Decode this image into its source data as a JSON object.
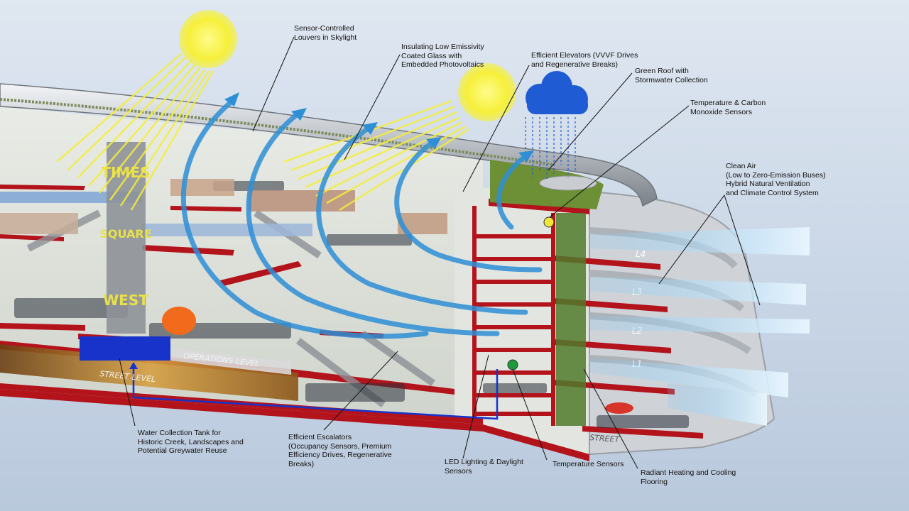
{
  "callouts": {
    "louvers": [
      "Sensor-Controlled",
      "Louvers in Skylight"
    ],
    "glass": [
      "Insulating Low Emissivity",
      "Coated Glass with",
      "Embedded Photovoltaics"
    ],
    "elevators": [
      "Efficient Elevators (VVVF Drives",
      "and Regenerative Breaks)"
    ],
    "green_roof": [
      "Green Roof with",
      "Stormwater Collection"
    ],
    "co_sensors": [
      "Temperature & Carbon",
      "Monoxide Sensors"
    ],
    "clean_air": [
      "Clean Air",
      "(Low to Zero-Emission Buses)",
      "Hybrid Natural Ventilation",
      "and Climate Control System"
    ],
    "water_tank": [
      "Water Collection Tank for",
      "Historic Creek, Landscapes and",
      "Potential Greywater Reuse"
    ],
    "escalators": [
      "Efficient Escalators",
      "(Occupancy Sensors, Premium",
      "Efficiency Drives, Regenerative",
      "Breaks)"
    ],
    "led": [
      "LED Lighting & Daylight",
      "Sensors"
    ],
    "temp_sensors": [
      "Temperature Sensors"
    ],
    "radiant": [
      "Radiant Heating and Cooling",
      "Flooring"
    ]
  },
  "building_text": {
    "times_square": [
      "TIMES",
      "SQUARE",
      "WEST"
    ],
    "operations_level": "OPERATIONS LEVEL",
    "street_level": "STREET LEVEL",
    "street": "STREET",
    "levels": [
      "L4",
      "L3",
      "L2",
      "L1"
    ]
  },
  "colors": {
    "structure_red": "#b3141c",
    "airflow_blue": "#2e8fd6",
    "sun_yellow": "#f4ee3a",
    "cloud_blue": "#1f5bd3",
    "tank_blue": "#1733c9",
    "green_roof": "#5f8f2c"
  }
}
